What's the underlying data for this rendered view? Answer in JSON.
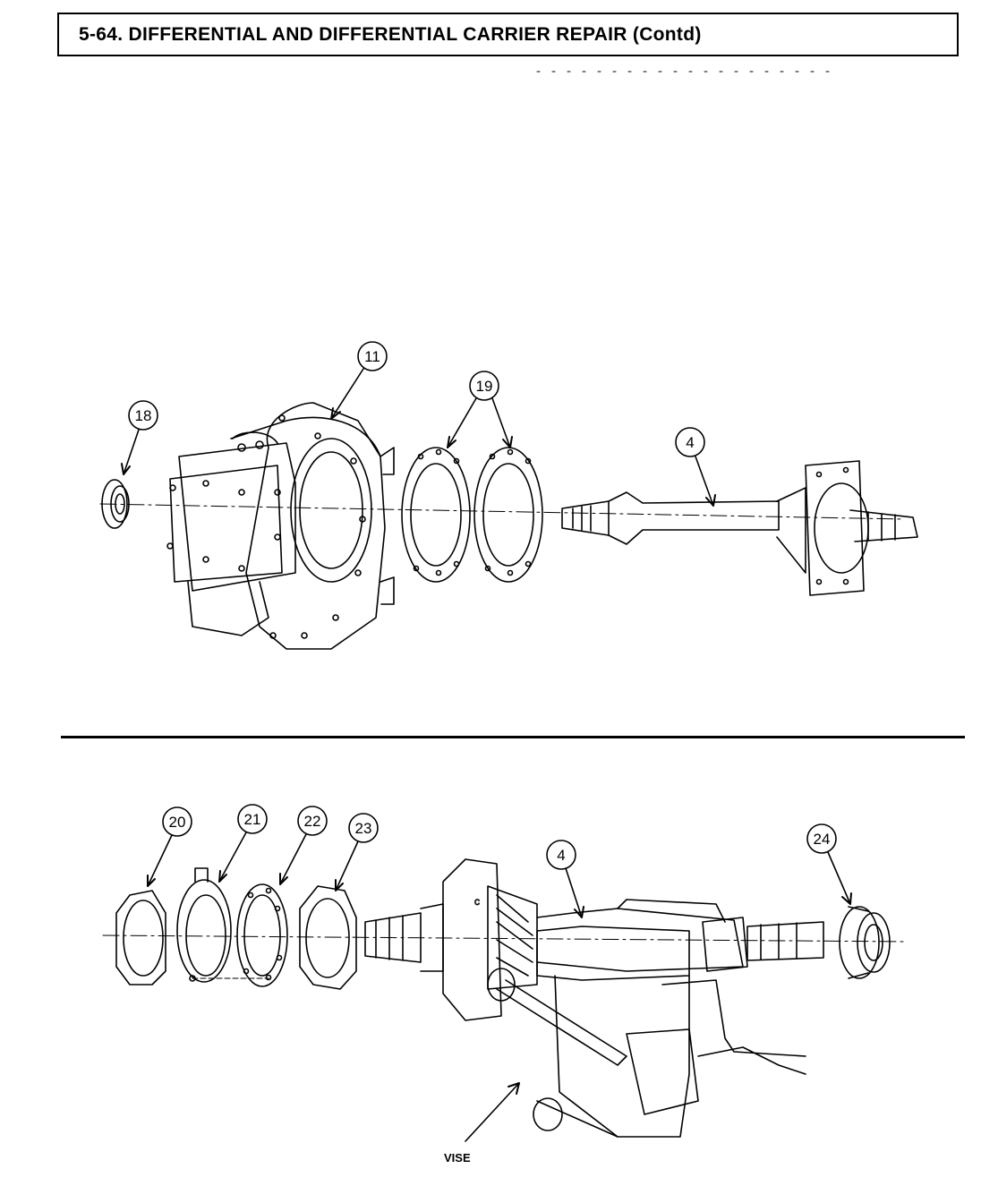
{
  "header": {
    "title": "5-64.  DIFFERENTIAL AND DIFFERENTIAL CARRIER REPAIR (Contd)"
  },
  "figure_top": {
    "callouts": [
      "11",
      "18",
      "19",
      "4"
    ]
  },
  "figure_bottom": {
    "callouts": [
      "20",
      "21",
      "22",
      "23",
      "4",
      "24"
    ],
    "vise_label": "VISE"
  }
}
